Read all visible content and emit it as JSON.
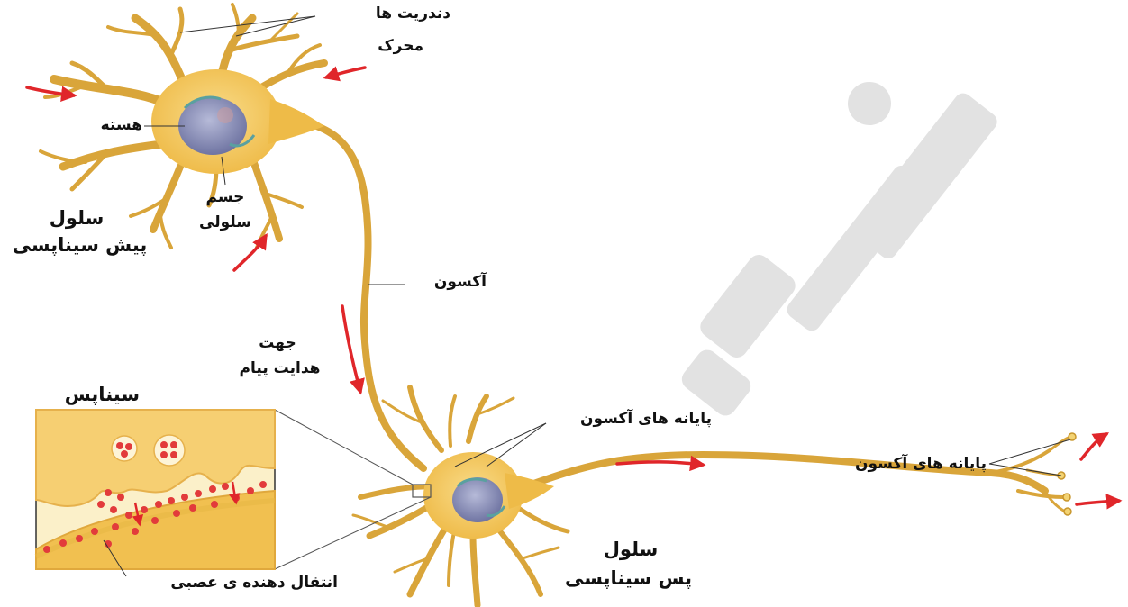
{
  "labels": {
    "dendrites": "دندریت ها",
    "stimulus": "محرک",
    "nucleus": "هسته",
    "cell_body_line1": "جسم",
    "cell_body_line2": "سلولی",
    "presynaptic_line1": "سلول",
    "presynaptic_line2": "پیش سیناپسی",
    "axon": "آکسون",
    "direction_line1": "جهت",
    "direction_line2": "هدایت پیام",
    "synapse": "سیناپس",
    "axon_terminals_mid": "پایانه های آکسون",
    "axon_terminals_right": "پایانه های آکسون",
    "neurotransmitter": "انتقال دهنده ی عصبی",
    "postsynaptic_line1": "سلول",
    "postsynaptic_line2": "پس سیناپسی"
  },
  "colors": {
    "neuron_fill": "#f2c65a",
    "neuron_stroke": "#c8962c",
    "nucleus": "#8a8fb8",
    "arrow": "#e0262a",
    "vesicle": "#e23b3b",
    "synapse_bg": "#fbf0c9",
    "watermark": "#d6d6d6"
  }
}
